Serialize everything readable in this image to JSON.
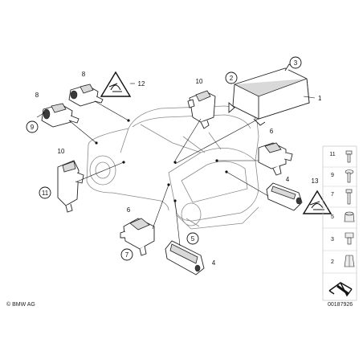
{
  "callouts": {
    "c1": "1",
    "c2": "2",
    "c3": "3",
    "c4a": "4",
    "c4b": "4",
    "c5": "5",
    "c6a": "6",
    "c6b": "6",
    "c7": "7",
    "c8a": "8",
    "c8b": "8",
    "c9": "9",
    "c10a": "10",
    "c10b": "10",
    "c11": "11",
    "c12": "12",
    "c13": "13"
  },
  "legend": [
    {
      "label": "11",
      "icon": "bolt-flange-icon"
    },
    {
      "label": "9",
      "icon": "screw-washer-icon"
    },
    {
      "label": "7",
      "icon": "long-screw-icon"
    },
    {
      "label": "5",
      "icon": "nut-icon"
    },
    {
      "label": "3",
      "icon": "bolt-icon"
    },
    {
      "label": "2",
      "icon": "expansion-nut-icon"
    }
  ],
  "copyright": "© BMW AG",
  "drawing_number": "00187926"
}
